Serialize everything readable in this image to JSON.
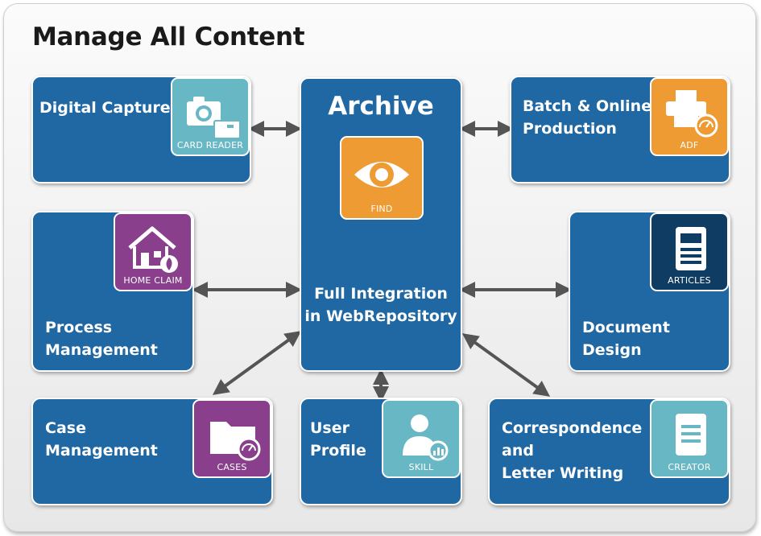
{
  "title": "Manage All Content",
  "archive": {
    "title": "Archive",
    "icon_caption": "FIND",
    "subtitle_line1": "Full Integration",
    "subtitle_line2": "in WebRepository",
    "icon": "eye-icon"
  },
  "modules": {
    "digital_capture": {
      "label": "Digital Capture",
      "caption": "CARD READER",
      "icon": "camera-icon",
      "color": "#68b7c4"
    },
    "batch_production": {
      "label": "Batch & Online\nProduction",
      "caption": "ADF",
      "icon": "printer-gauge-icon",
      "color": "#ef9b33"
    },
    "process_management": {
      "label": "Process\nManagement",
      "caption": "HOME CLAIM",
      "icon": "house-fire-icon",
      "color": "#8a3f8c"
    },
    "document_design": {
      "label": "Document\nDesign",
      "caption": "ARTICLES",
      "icon": "article-document-icon",
      "color": "#0f3c63"
    },
    "case_management": {
      "label": "Case\nManagement",
      "caption": "CASES",
      "icon": "folder-gauge-icon",
      "color": "#8a3f8c"
    },
    "user_profile": {
      "label": "User\nProfile",
      "caption": "SKILL",
      "icon": "user-chart-icon",
      "color": "#68b7c4"
    },
    "correspondence": {
      "label": "Correspondence\nand\nLetter Writing",
      "caption": "CREATOR",
      "icon": "document-icon",
      "color": "#68b7c4"
    }
  },
  "colors": {
    "box": "#1f68a3",
    "arrow": "#555555"
  }
}
